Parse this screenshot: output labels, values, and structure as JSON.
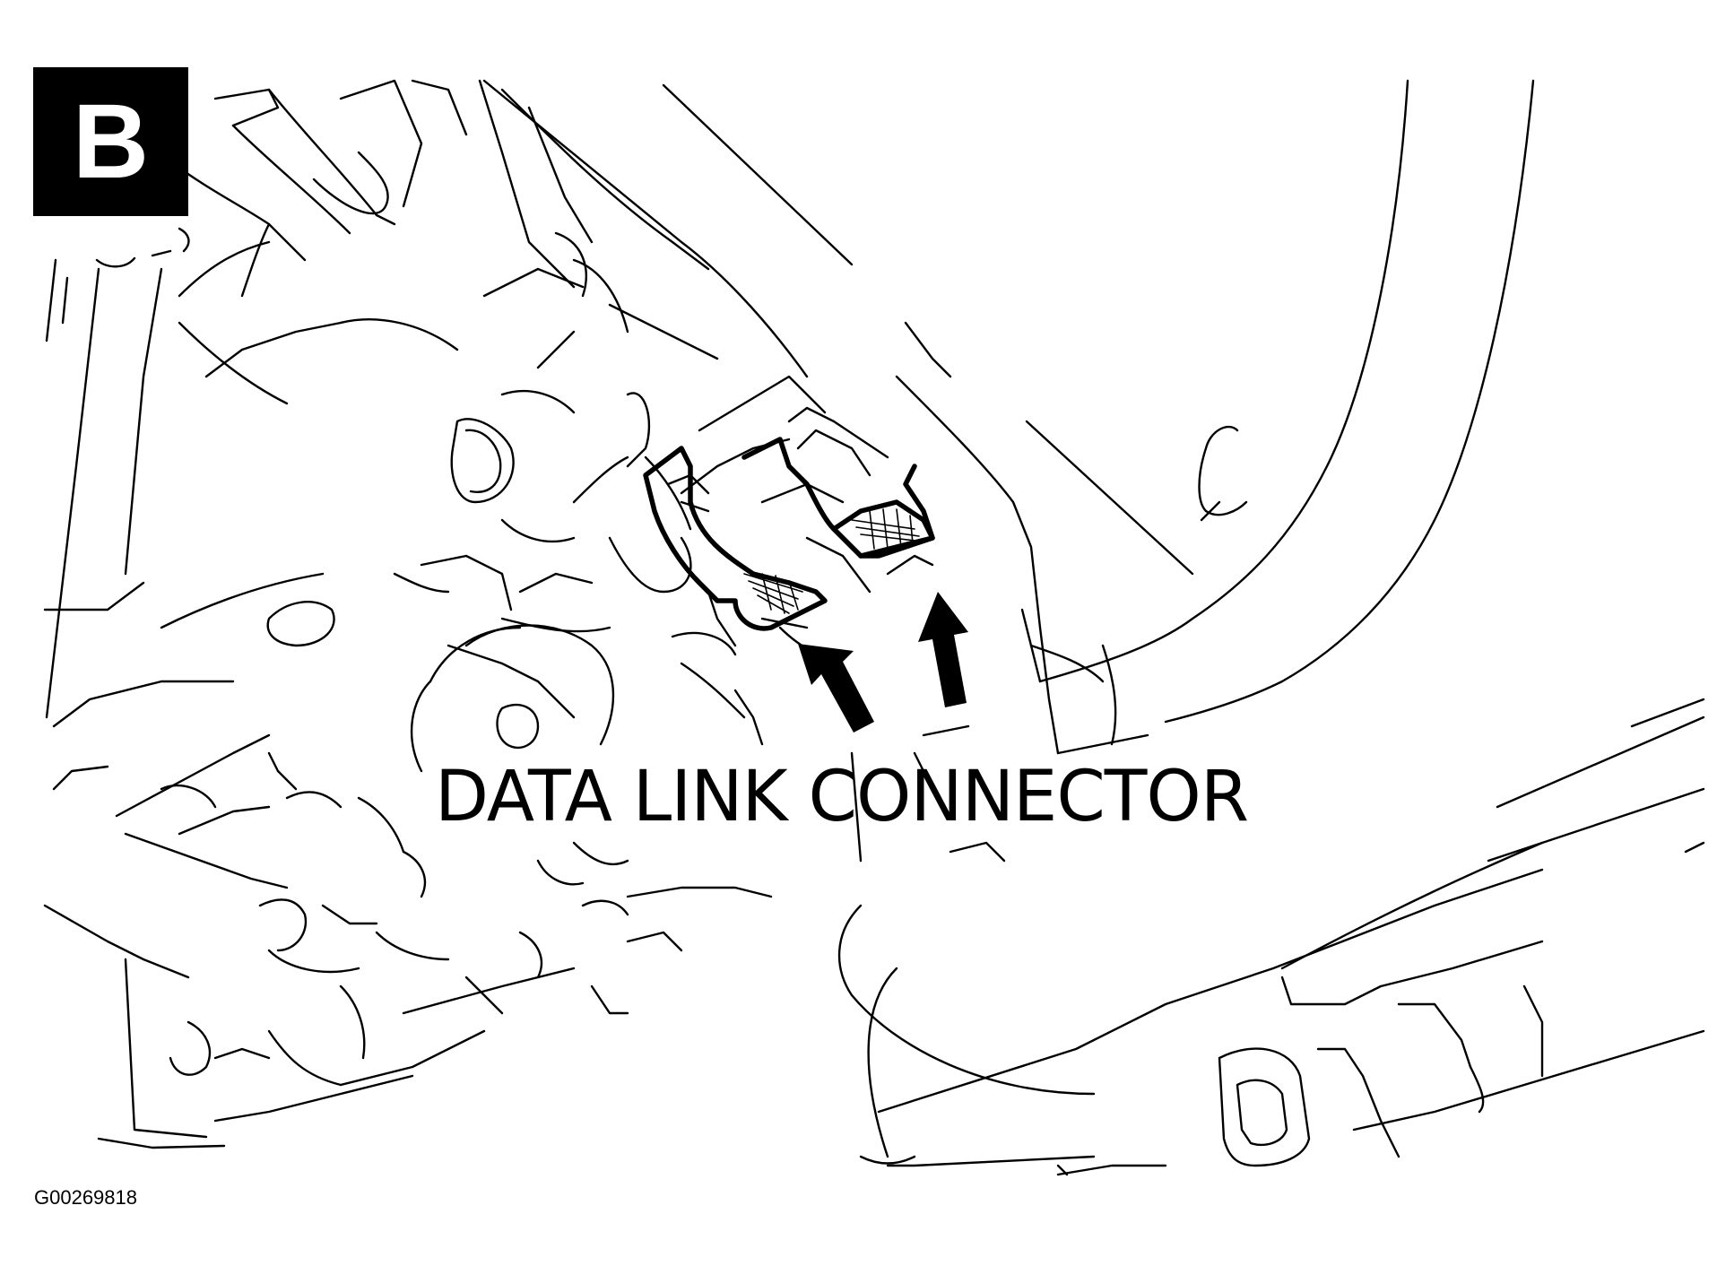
{
  "panel_badge": {
    "label": "B"
  },
  "callout": {
    "label": "DATA LINK CONNECTOR"
  },
  "figure": {
    "id": "G00269818"
  },
  "colors": {
    "ink": "#000000",
    "paper": "#ffffff"
  },
  "icons": {
    "pointer": "arrow-icon"
  }
}
